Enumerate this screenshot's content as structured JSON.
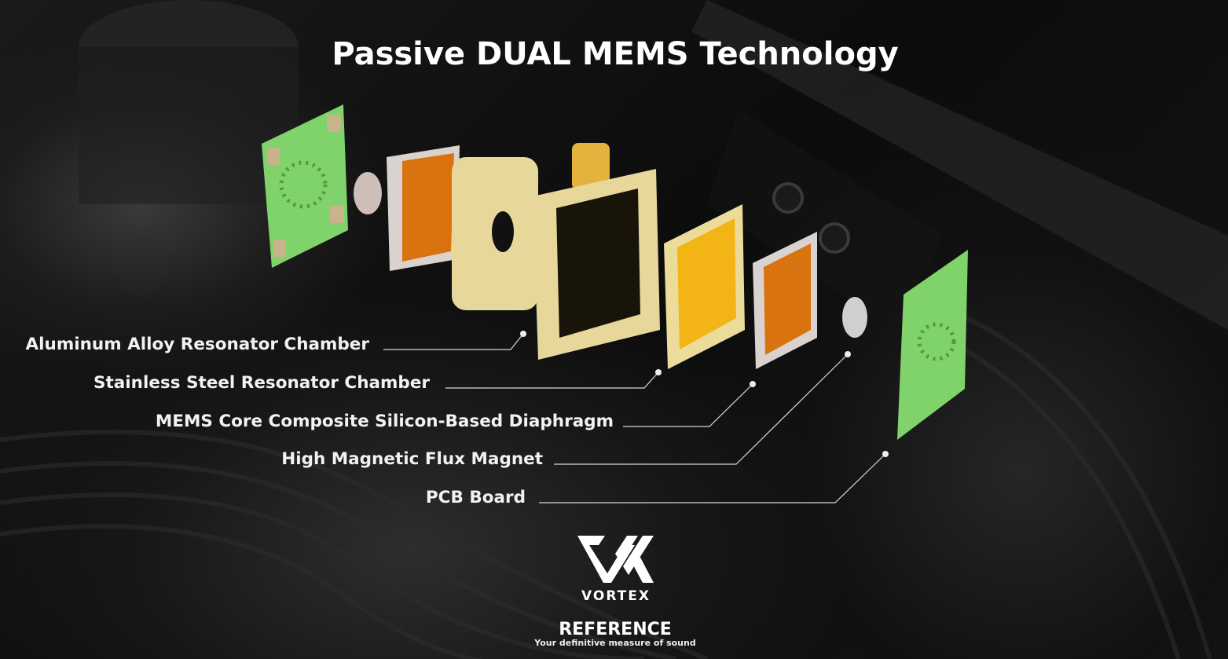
{
  "title": "Passive DUAL MEMS Technology",
  "labels": [
    "Aluminum Alloy Resonator Chamber",
    "Stainless Steel Resonator Chamber",
    "MEMS Core Composite Silicon-Based Diaphragm",
    "High Magnetic Flux Magnet",
    "PCB Board"
  ],
  "brand": {
    "logo_text": "VORTEX",
    "product": "REFERENCE",
    "tagline": "Your definitive measure of sound"
  },
  "colors": {
    "pcb": "#7fd36a",
    "gold": "#e8d79a",
    "amber": "#d9730f"
  }
}
